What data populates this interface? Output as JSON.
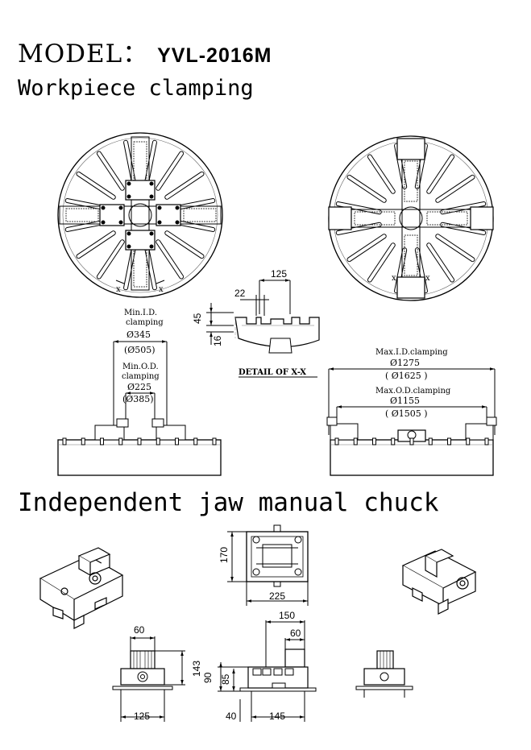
{
  "header": {
    "model_prefix": "MODEL：",
    "model_name": "YVL-2016M",
    "section1_title": "Workpiece clamping",
    "section2_title": "Independent jaw manual chuck"
  },
  "left_chuck": {
    "min_id_line1": "Min.I.D.",
    "min_id_line2": "clamping",
    "min_id_value": "Ø345",
    "min_id_alt": "(Ø505)",
    "min_od_line1": "Min.O.D.",
    "min_od_line2": "clamping",
    "min_od_value": "Ø225",
    "min_od_alt": "(Ø385)"
  },
  "detail": {
    "title": "DETAIL OF X-X",
    "dim_125": "125",
    "dim_22": "22",
    "dim_45": "45",
    "dim_16": "16"
  },
  "right_chuck": {
    "max_id_label": "Max.I.D.clamping",
    "max_id_value": "Ø1275",
    "max_id_alt": "( Ø1625 )",
    "max_od_label": "Max.O.D.clamping",
    "max_od_value": "Ø1155",
    "max_od_alt": "( Ø1505 )"
  },
  "section_marks": {
    "x": "x"
  },
  "jaw": {
    "top_170": "170",
    "top_225": "225",
    "front_60": "60",
    "front_143": "143",
    "front_125": "125",
    "side_150": "150",
    "side_60": "60",
    "side_90": "90",
    "side_85": "85",
    "side_40": "40",
    "side_145": "145"
  }
}
